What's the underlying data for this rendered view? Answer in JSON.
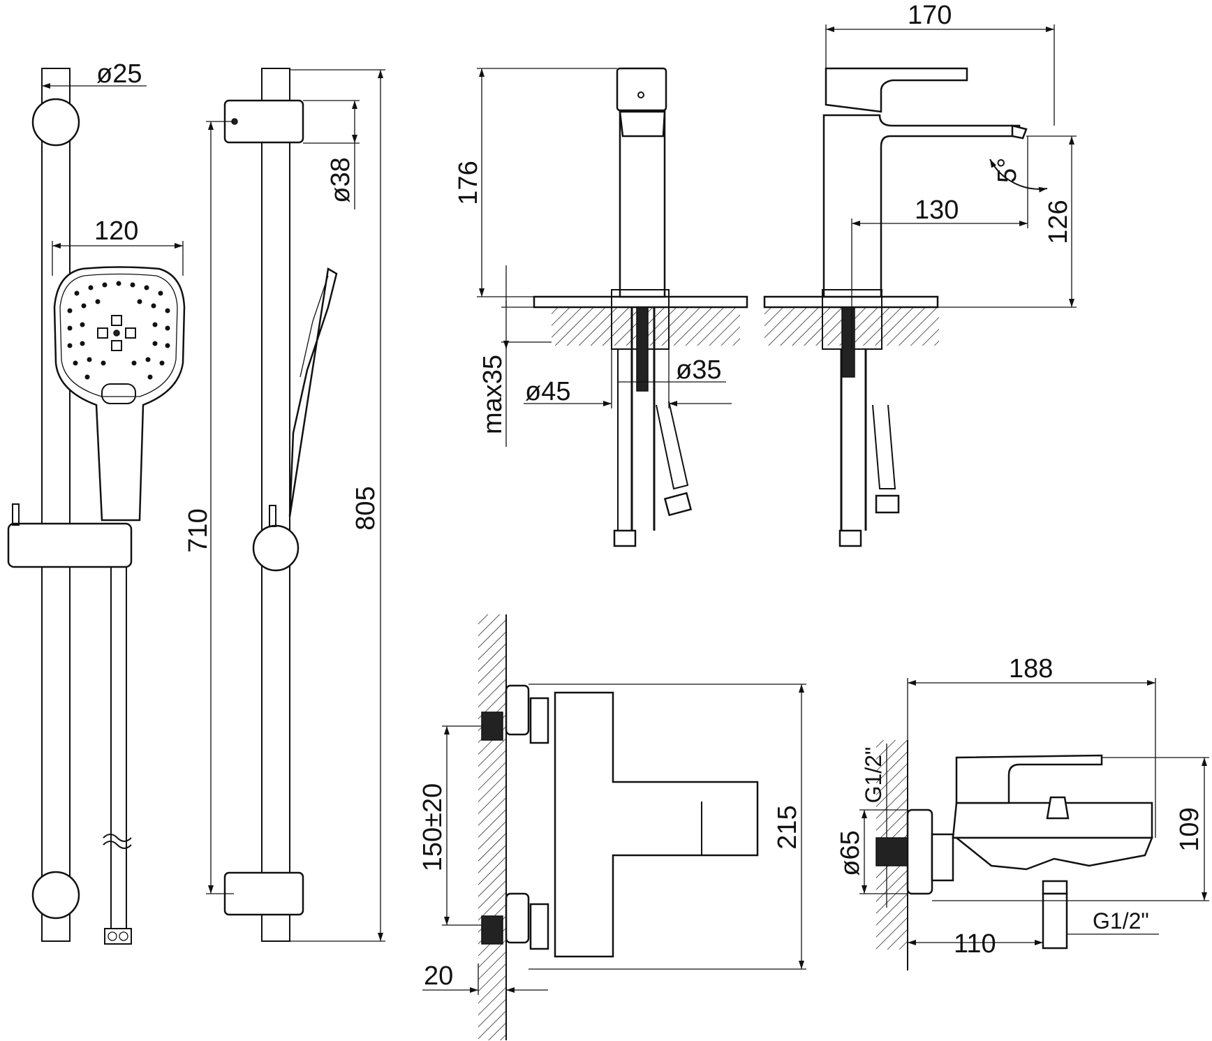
{
  "dimensions": {
    "rail_tube_diameter": "ø25",
    "rail_holder_diameter": "ø38",
    "hand_shower_width": "120",
    "rail_holder_spacing": "710",
    "rail_total_length": "805",
    "basin_mixer_height": "176",
    "basin_mixer_length": "170",
    "basin_mixer_reach": "130",
    "basin_spout_height": "126",
    "spout_angle": "5°",
    "max_worktop_thickness": "max35",
    "base_diameter": "ø45",
    "hole_diameter": "ø35",
    "inlet_spacing": "150±20",
    "wall_projection": "20",
    "bath_mixer_height": "215",
    "bath_mixer_length": "188",
    "bath_body_height": "109",
    "wall_flange_diameter": "ø65",
    "inlet_thread": "G1/2\"",
    "outlet_thread": "G1/2\"",
    "bath_spout_reach": "110"
  }
}
